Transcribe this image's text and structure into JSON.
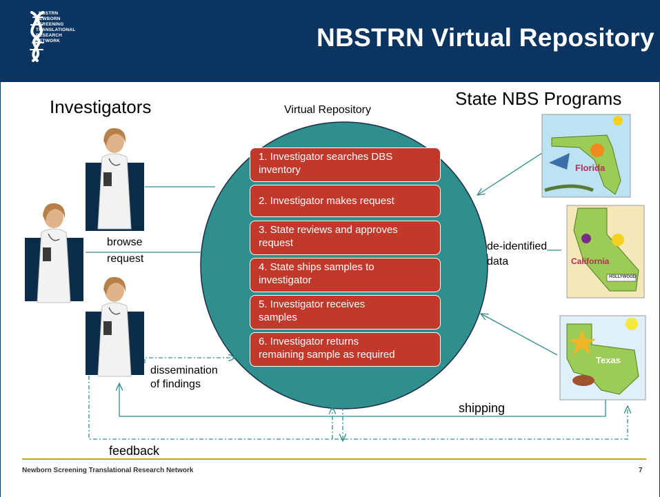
{
  "header": {
    "title": "NBSTRN Virtual Repository",
    "logo_lines": [
      "NBSTRN",
      "NEWBORN",
      "SCREENING",
      "TRANSLATIONAL",
      "RESEARCH",
      "NETWORK"
    ]
  },
  "diagram": {
    "investigators_label": "Investigators",
    "state_programs_label": "State NBS Programs",
    "repository_label": "Virtual Repository",
    "browse_label": "browse",
    "request_label": "request",
    "dissemination_label": "dissemination",
    "of_findings_label": "of findings",
    "deidentified_label": "de-identified",
    "data_label": "data",
    "shipping_label": "shipping",
    "feedback_label": "feedback",
    "steps": [
      {
        "line1": "1. Investigator searches DBS",
        "line2": "inventory"
      },
      {
        "line1": "2. Investigator makes request",
        "line2": ""
      },
      {
        "line1": "3. State reviews and approves",
        "line2": "request"
      },
      {
        "line1": "4. State ships samples to",
        "line2": "investigator"
      },
      {
        "line1": "5. Investigator receives",
        "line2": "samples"
      },
      {
        "line1": "6. Investigator returns",
        "line2": "remaining sample as required"
      }
    ],
    "states": [
      "Florida",
      "California",
      "Texas"
    ],
    "hollywood_sign": "HOLLYWOOD"
  },
  "footer": {
    "text": "Newborn Screening Translational Research Network",
    "page_number": "7"
  },
  "colors": {
    "header_bg": "#0b3560",
    "circle_fill": "#2f8f8f",
    "step_fill": "#c0392b",
    "arrow": "#2e8b8b",
    "footer_rule": "#c8a400"
  }
}
